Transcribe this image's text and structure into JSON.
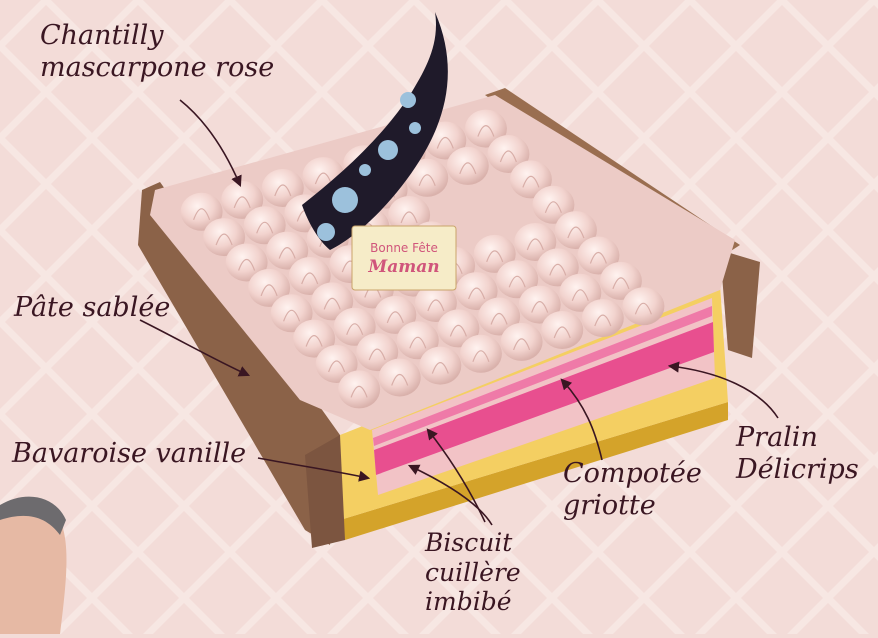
{
  "labels": {
    "chantilly": [
      "Chantilly",
      "mascarpone rose"
    ],
    "pate": "Pâte sablée",
    "bavaroise": "Bavaroise vanille",
    "biscuit": [
      "Biscuit",
      "cuillère",
      "imbibé"
    ],
    "compotee": [
      "Compotée",
      "griotte"
    ],
    "pralin": [
      "Pralin",
      "Délicrips"
    ]
  },
  "plaque": {
    "line1": "Bonne Fête",
    "line2": "Maman"
  },
  "colors": {
    "background": "#f3dcd8",
    "chantilly": "#f1d2cd",
    "crust": "#8b6248",
    "bavaroise": "#f4cf62",
    "biscuit": "#f2c3c6",
    "compotee": "#e84f8f",
    "pralin": "#d4a32a",
    "ink": "#3a1622"
  }
}
